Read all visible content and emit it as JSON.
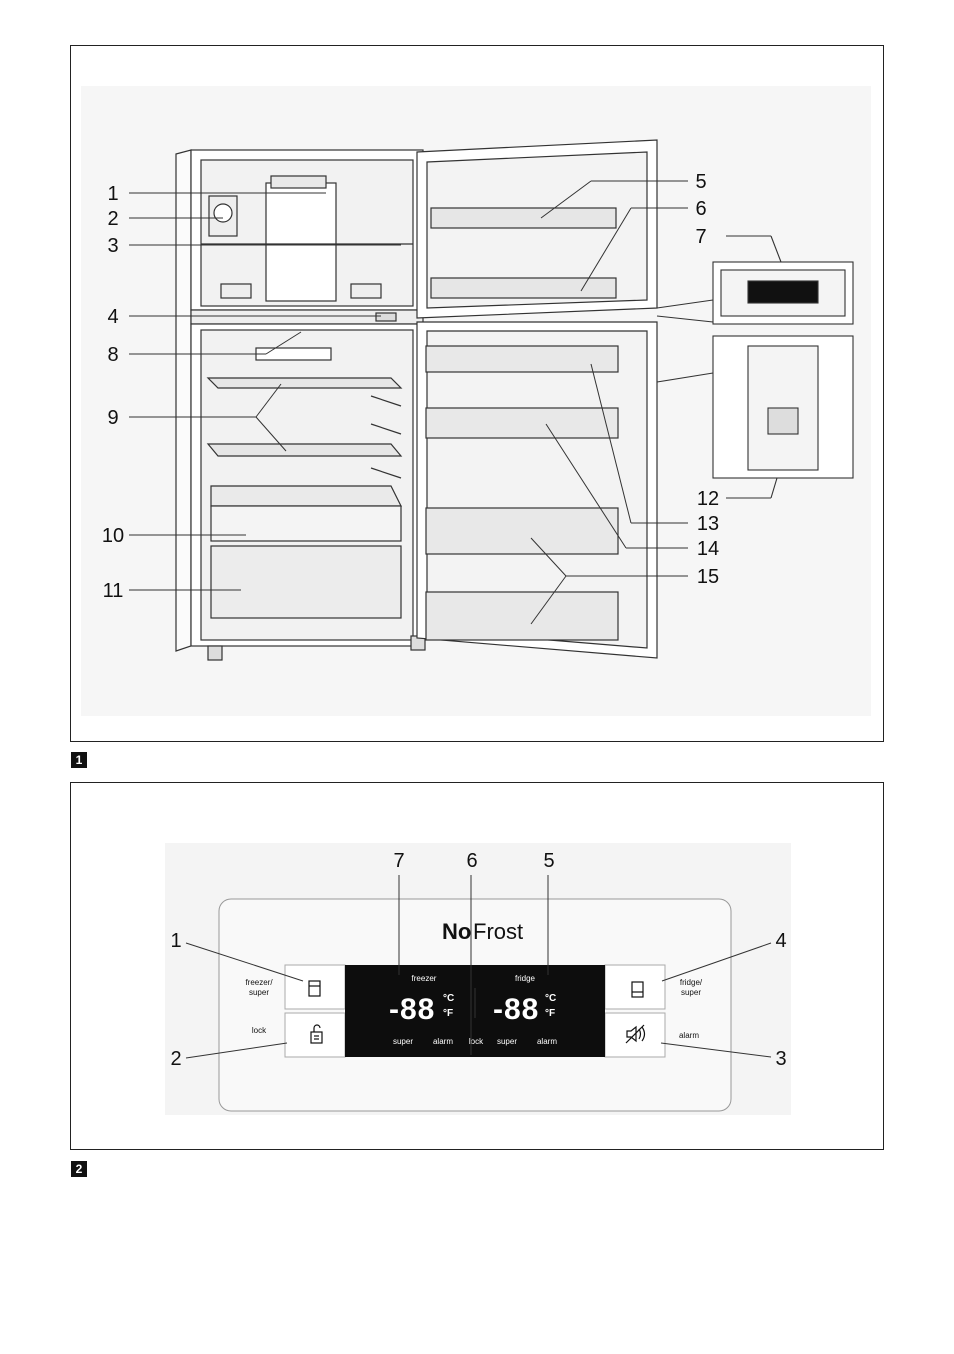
{
  "figure1": {
    "badge": "1",
    "callouts": {
      "c1": "1",
      "c2": "2",
      "c3": "3",
      "c4": "4",
      "c5": "5",
      "c6": "6",
      "c7": "7",
      "c8": "8",
      "c9": "9",
      "c10": "10",
      "c11": "11",
      "c12": "12",
      "c13": "13",
      "c14": "14",
      "c15": "15"
    }
  },
  "figure2": {
    "badge": "2",
    "brand_bold": "No",
    "brand_rest": "Frost",
    "callouts": {
      "c1": "1",
      "c2": "2",
      "c3": "3",
      "c4": "4",
      "c5": "5",
      "c6": "6",
      "c7": "7"
    },
    "left_labels": {
      "freezer_super_line1": "freezer/",
      "freezer_super_line2": "super",
      "lock": "lock"
    },
    "right_labels": {
      "fridge_super_line1": "fridge/",
      "fridge_super_line2": "super",
      "alarm": "alarm"
    },
    "display": {
      "freezer_title": "freezer",
      "fridge_title": "fridge",
      "freezer_digits": "-88",
      "fridge_digits": "-88",
      "unit_c": "°C",
      "unit_f": "°F",
      "bottom_super_left": "super",
      "bottom_alarm_left": "alarm",
      "bottom_lock": "lock",
      "bottom_super_right": "super",
      "bottom_alarm_right": "alarm"
    }
  },
  "colors": {
    "line": "#222222",
    "lcd": "#0d0d0d",
    "panel": "#f5f5f5"
  }
}
